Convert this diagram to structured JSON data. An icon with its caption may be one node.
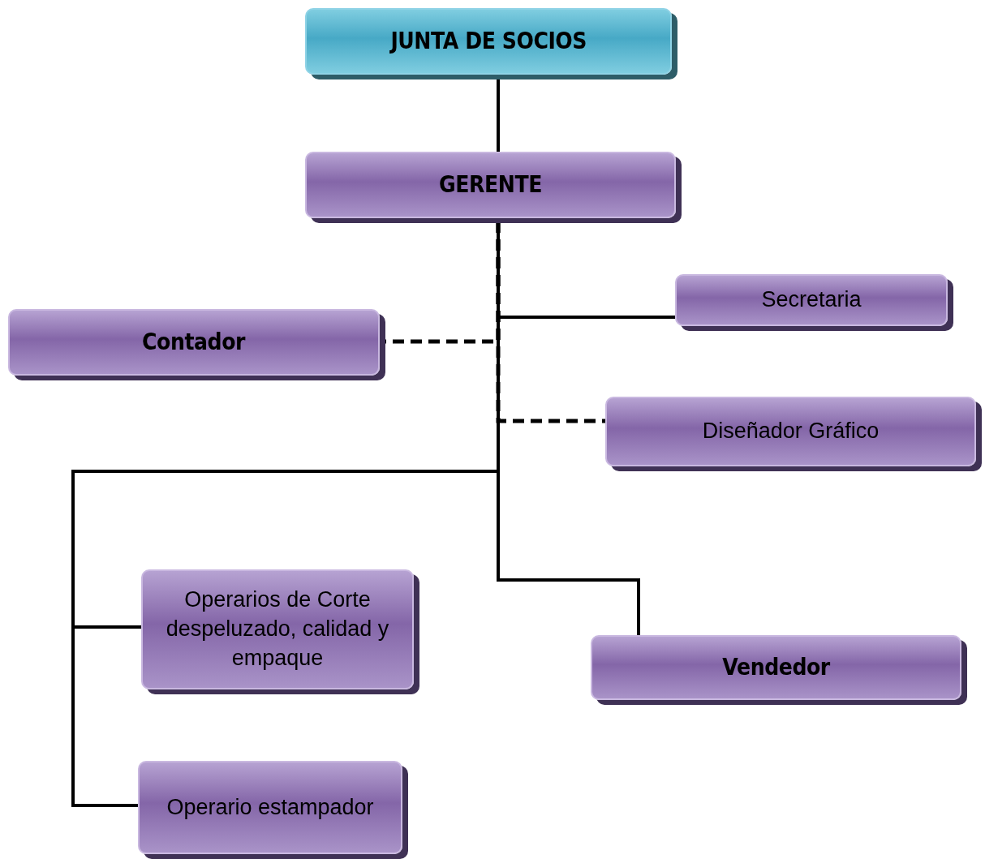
{
  "diagram": {
    "nodes": [
      {
        "text": [
          "JUNTA DE SOCIOS"
        ]
      },
      {
        "text": [
          "GERENTE"
        ]
      },
      {
        "text": [
          "Secretaria"
        ]
      },
      {
        "text": [
          "Contador"
        ]
      },
      {
        "text": [
          "Diseñador Gráfico"
        ]
      },
      {
        "text": [
          "Operarios de Corte despeluzado, calidad y empaque"
        ]
      },
      {
        "text": [
          "Vendedor"
        ]
      },
      {
        "text": [
          "Operario estampador"
        ]
      }
    ],
    "edges": [
      {
        "from": 0,
        "to": 1,
        "arrow": "none"
      },
      {
        "from": 1,
        "to": 2,
        "arrow": "none"
      },
      {
        "from": 1,
        "to": 3,
        "arrow": "none",
        "style": "dashed"
      },
      {
        "from": 1,
        "to": 4,
        "arrow": "none",
        "style": "dashed"
      },
      {
        "from": 1,
        "to": 5,
        "arrow": "none"
      },
      {
        "from": 1,
        "to": 6,
        "arrow": "none"
      },
      {
        "from": 1,
        "to": 7,
        "arrow": "none"
      }
    ]
  }
}
